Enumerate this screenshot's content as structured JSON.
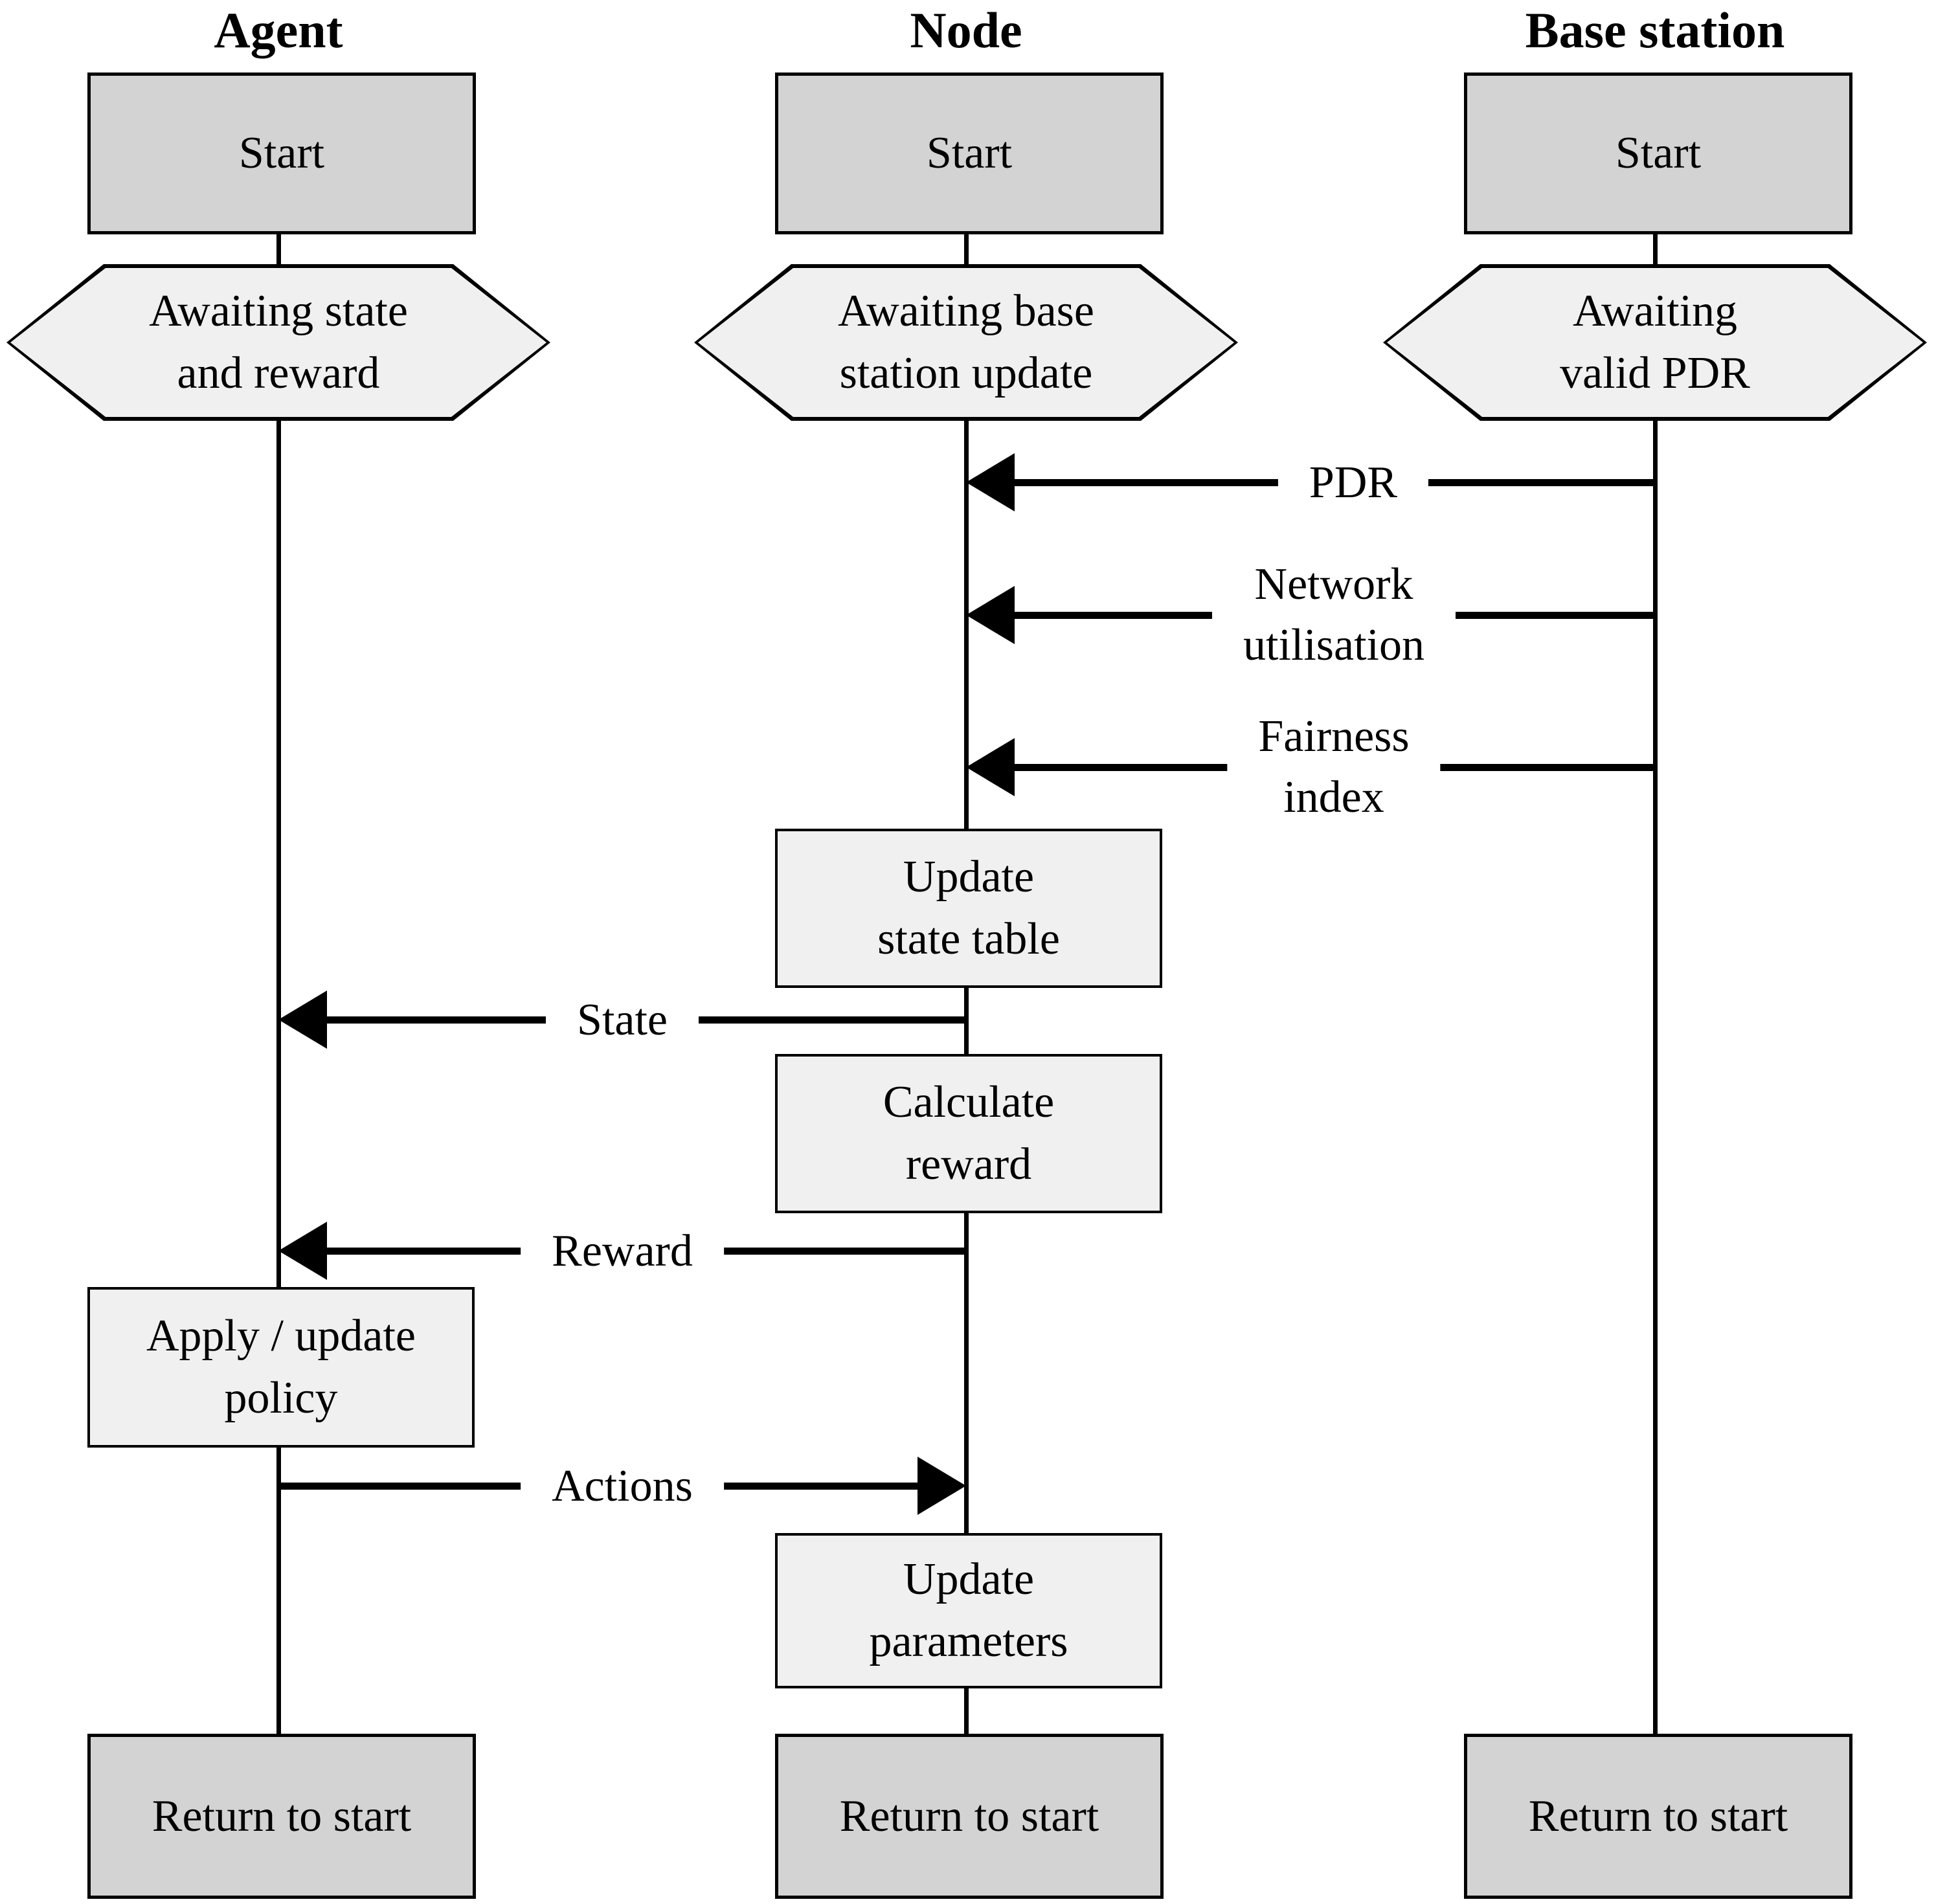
{
  "diagram": {
    "type": "sequence-flowchart",
    "background_color": "#ffffff",
    "colors": {
      "terminator_fill": "#d3d3d3",
      "process_fill": "#f0f0f0",
      "wait_state_fill": "#f0f0f0",
      "line_color": "#000000",
      "text_color": "#000000"
    },
    "lanes": [
      {
        "id": "agent",
        "header": "Agent",
        "start_label": "Start",
        "wait_label": "Awaiting state\nand reward",
        "return_label": "Return to start"
      },
      {
        "id": "node",
        "header": "Node",
        "start_label": "Start",
        "wait_label": "Awaiting base\nstation update",
        "return_label": "Return to start"
      },
      {
        "id": "base-station",
        "header": "Base station",
        "start_label": "Start",
        "wait_label": "Awaiting\nvalid PDR",
        "return_label": "Return to start"
      }
    ],
    "process_boxes": [
      {
        "lane": "node",
        "label": "Update\nstate table"
      },
      {
        "lane": "node",
        "label": "Calculate\nreward"
      },
      {
        "lane": "agent",
        "label": "Apply / update\npolicy"
      },
      {
        "lane": "node",
        "label": "Update\nparameters"
      }
    ],
    "messages": [
      {
        "from": "base-station",
        "to": "node",
        "direction": "left",
        "label": "PDR"
      },
      {
        "from": "base-station",
        "to": "node",
        "direction": "left",
        "label": "Network\nutilisation"
      },
      {
        "from": "base-station",
        "to": "node",
        "direction": "left",
        "label": "Fairness\nindex"
      },
      {
        "from": "node",
        "to": "agent",
        "direction": "left",
        "label": "State"
      },
      {
        "from": "node",
        "to": "agent",
        "direction": "left",
        "label": "Reward"
      },
      {
        "from": "agent",
        "to": "node",
        "direction": "right",
        "label": "Actions"
      }
    ]
  }
}
